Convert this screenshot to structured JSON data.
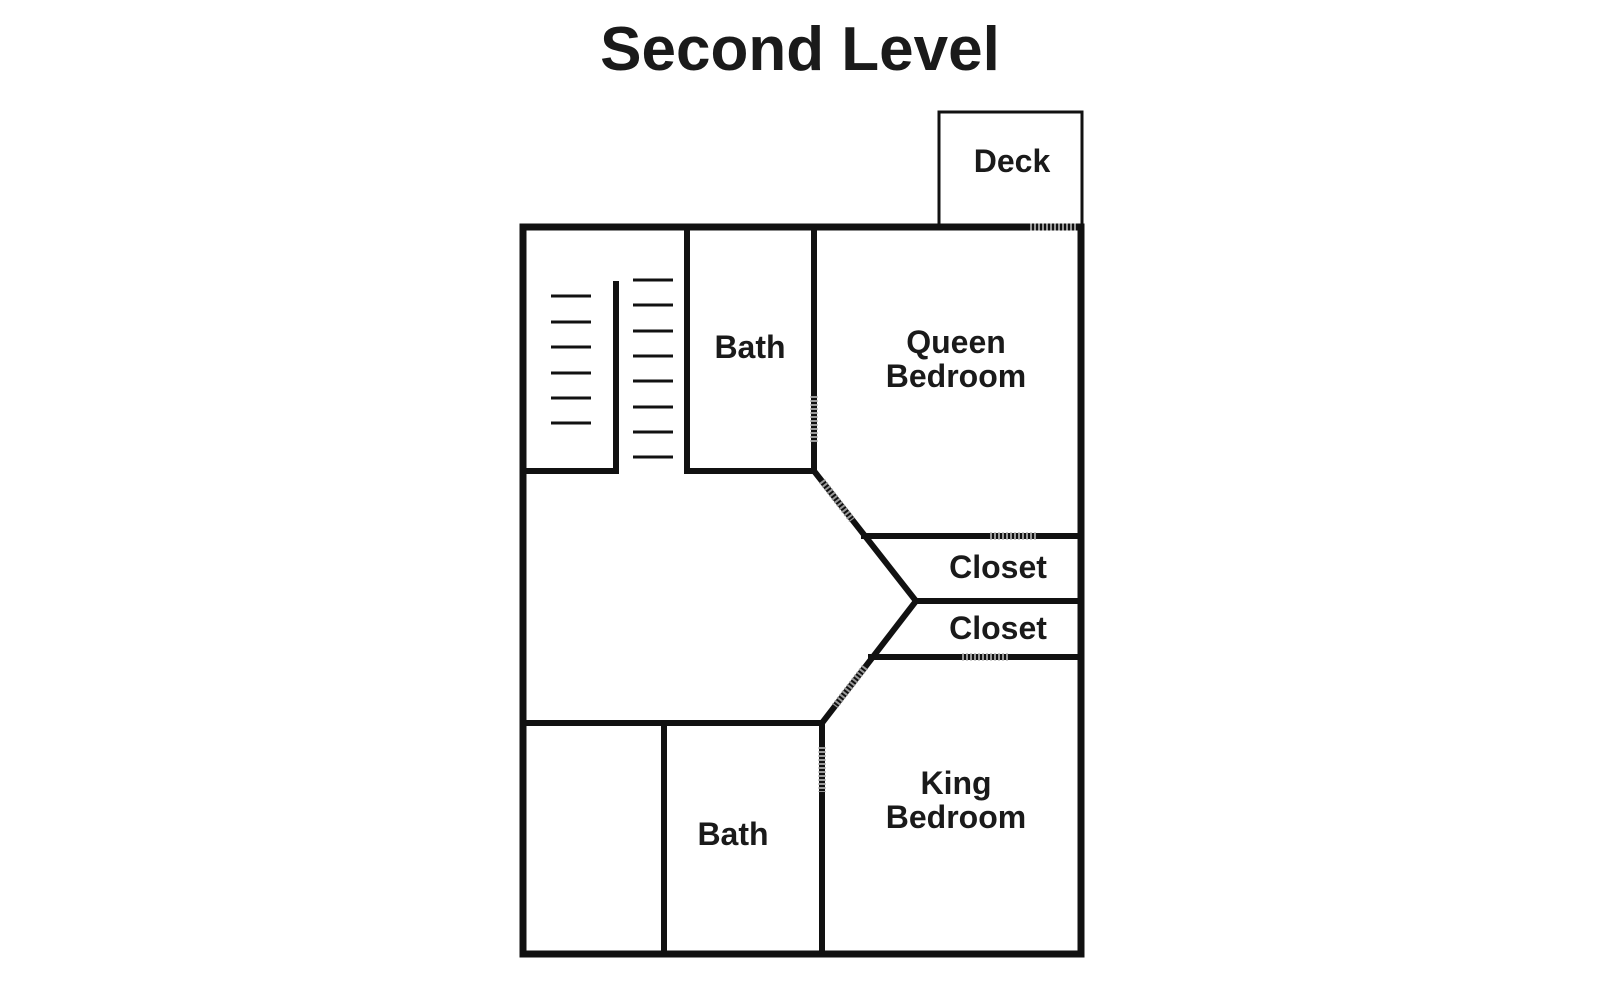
{
  "title": "Second Level",
  "rooms": {
    "deck": "Deck",
    "bath_upper": "Bath",
    "queen_bedroom": [
      "Queen",
      "Bedroom"
    ],
    "closet_upper": "Closet",
    "closet_lower": "Closet",
    "king_bedroom": [
      "King",
      "Bedroom"
    ],
    "bath_lower": "Bath"
  },
  "colors": {
    "wall": "#111111",
    "door": "#9a9a9a",
    "text": "#1a1a1a",
    "background": "#ffffff"
  }
}
